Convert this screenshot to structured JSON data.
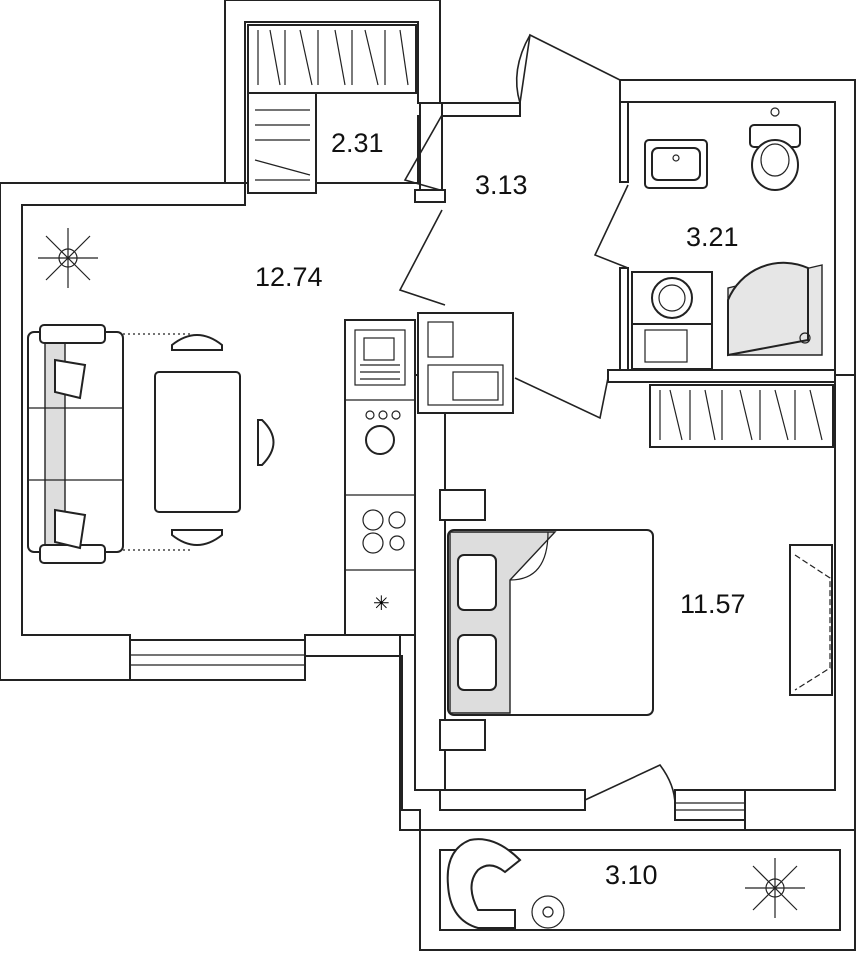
{
  "rooms": {
    "storage": {
      "area": "2.31"
    },
    "hall": {
      "area": "3.13"
    },
    "bathroom": {
      "area": "3.21"
    },
    "living_kitchen": {
      "area": "12.74"
    },
    "bedroom": {
      "area": "11.57"
    },
    "balcony": {
      "area": "3.10"
    }
  }
}
